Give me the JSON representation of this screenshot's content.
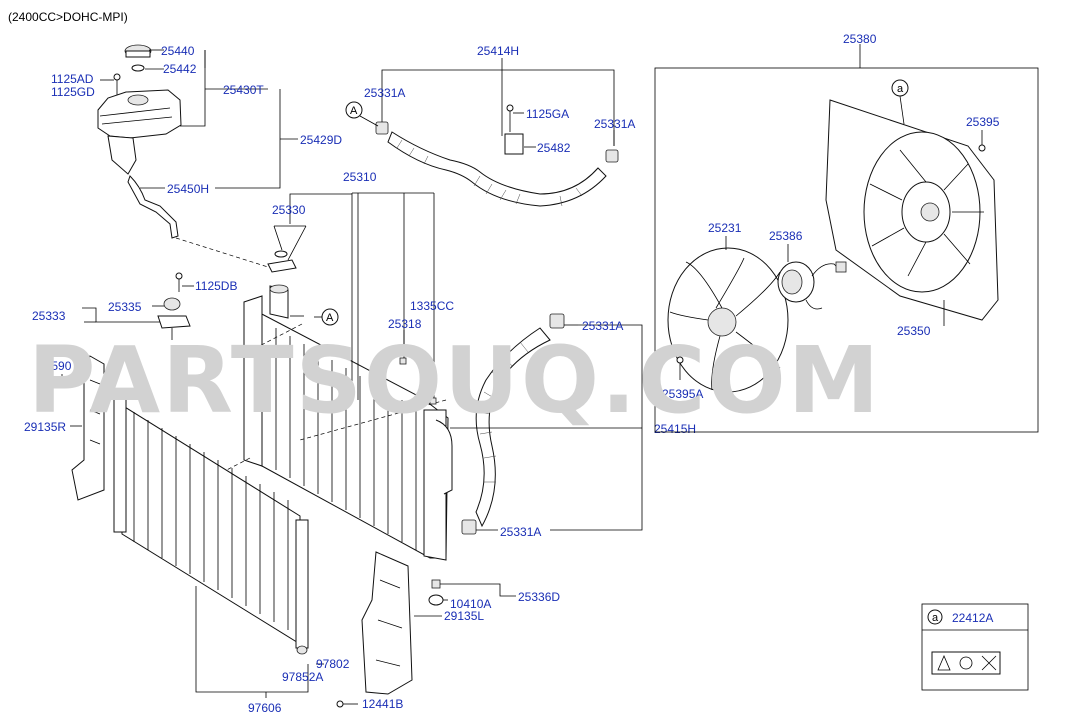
{
  "header": {
    "engine": "(2400CC>DOHC-MPI)"
  },
  "watermark": "PARTSOUQ.COM",
  "ref_letter": "A",
  "ref_letter_small": "a",
  "legend": {
    "letter": "a",
    "part": "22412A"
  },
  "labels": {
    "p25440": "25440",
    "p25442": "25442",
    "p1125AD": "1125AD",
    "p1125GD": "1125GD",
    "p25430T": "25430T",
    "p25429D": "25429D",
    "p25450H": "25450H",
    "p25414H": "25414H",
    "p25331A_1": "25331A",
    "p1125GA": "1125GA",
    "p25331A_2": "25331A",
    "p25482": "25482",
    "p25380": "25380",
    "p25395": "25395",
    "p25310": "25310",
    "p25330": "25330",
    "p1125DB": "1125DB",
    "p25335": "25335",
    "p25333": "25333",
    "p1335CC": "1335CC",
    "p25318": "25318",
    "p25331A_3": "25331A",
    "p25231": "25231",
    "p25386": "25386",
    "p25350": "25350",
    "p25395A": "25395A",
    "p86590": "86590",
    "p29135R": "29135R",
    "p25415H": "25415H",
    "p25331A_4": "25331A",
    "p25336D": "25336D",
    "p10410A": "10410A",
    "p29135L": "29135L",
    "p97802": "97802",
    "p97852A": "97852A",
    "p97606": "97606",
    "p12441B": "12441B"
  },
  "colors": {
    "part_number": "#1a2fb5",
    "watermark": "#d2d2d2",
    "line": "#000000"
  }
}
